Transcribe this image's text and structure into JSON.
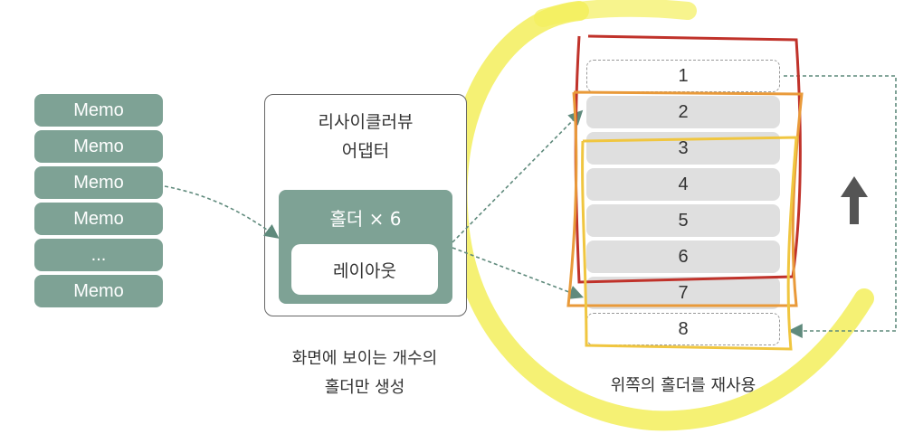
{
  "memo_list": {
    "items": [
      "Memo",
      "Memo",
      "Memo",
      "Memo",
      "...",
      "Memo"
    ]
  },
  "adapter": {
    "title_line1": "리사이클러뷰",
    "title_line2": "어댑터",
    "holder_label": "홀더 × 6",
    "layout_label": "레이아웃"
  },
  "caption_left": {
    "line1": "화면에 보이는 개수의",
    "line2": "홀더만 생성"
  },
  "rows": {
    "items": [
      "1",
      "2",
      "3",
      "4",
      "5",
      "6",
      "7",
      "8"
    ]
  },
  "caption_right": "위쪽의 홀더를 재사용",
  "colors": {
    "memo": "#7ea295",
    "arrow": "#5f8a7c",
    "row": "#dfdfdf",
    "highlight_yellow": "#f3ef5c",
    "annotation_red": "#c0322a",
    "annotation_orange": "#e99a3a",
    "annotation_gold": "#f0c640"
  },
  "icons": {
    "up_arrow": "up-arrow-icon"
  }
}
